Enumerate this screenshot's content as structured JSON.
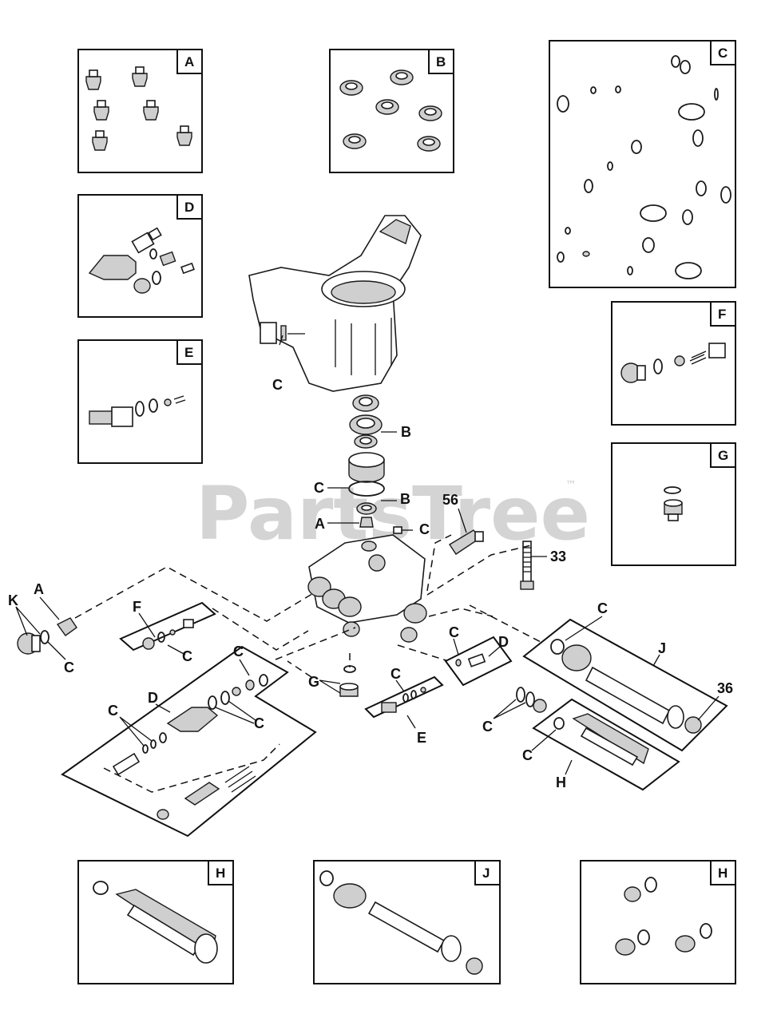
{
  "watermark": {
    "text": "PartsTree",
    "tm": "™"
  },
  "kits": {
    "A": "A",
    "B": "B",
    "C": "C",
    "D": "D",
    "E": "E",
    "F": "F",
    "G": "G",
    "H1": "H",
    "J": "J",
    "H2": "H"
  },
  "callouts": {
    "c_housing": "C",
    "b_upper": "B",
    "c_oring": "C",
    "b_lower": "B",
    "a_top": "A",
    "c_plug": "C",
    "n56": "56",
    "n33": "33",
    "k": "K",
    "a_left": "A",
    "c_left": "C",
    "f_kit": "F",
    "c_fkit": "C",
    "c_dkit_top": "C",
    "d_kit": "D",
    "c_dkit_left": "C",
    "c_dkit_mid": "C",
    "g_kit": "G",
    "c_ekit": "C",
    "e_kit": "E",
    "c_small_d": "C",
    "d_small": "D",
    "c_jkit": "C",
    "j_kit": "J",
    "n36": "36",
    "c_pair": "C",
    "c_hkit": "C",
    "h_kit": "H"
  }
}
